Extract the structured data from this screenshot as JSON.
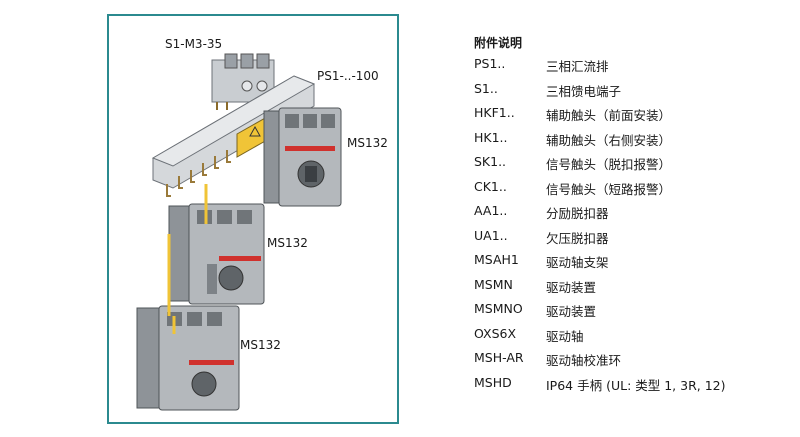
{
  "figure": {
    "labels": {
      "terminal": "S1-M3-35",
      "busbar": "PS1-..-100",
      "breaker_top": "MS132",
      "breaker_middle": "MS132",
      "breaker_bottom": "MS132"
    }
  },
  "accessories": {
    "title": "附件说明",
    "items": [
      {
        "code": "PS1..",
        "desc": "三相汇流排"
      },
      {
        "code": "S1..",
        "desc": "三相馈电端子"
      },
      {
        "code": "HKF1..",
        "desc": "辅助触头（前面安装）"
      },
      {
        "code": "HK1..",
        "desc": "辅助触头（右侧安装）"
      },
      {
        "code": "SK1..",
        "desc": "信号触头（脱扣报警）"
      },
      {
        "code": "CK1..",
        "desc": "信号触头（短路报警）"
      },
      {
        "code": "AA1..",
        "desc": "分励脱扣器"
      },
      {
        "code": "UA1..",
        "desc": "欠压脱扣器"
      },
      {
        "code": "MSAH1",
        "desc": "驱动轴支架"
      },
      {
        "code": "MSMN",
        "desc": "驱动装置"
      },
      {
        "code": "MSMNO",
        "desc": "驱动装置"
      },
      {
        "code": "OXS6X",
        "desc": "驱动轴"
      },
      {
        "code": "MSH-AR",
        "desc": "驱动轴校准环"
      },
      {
        "code": "MSHD",
        "desc": "IP64 手柄 (UL: 类型 1, 3R, 12)"
      }
    ]
  }
}
